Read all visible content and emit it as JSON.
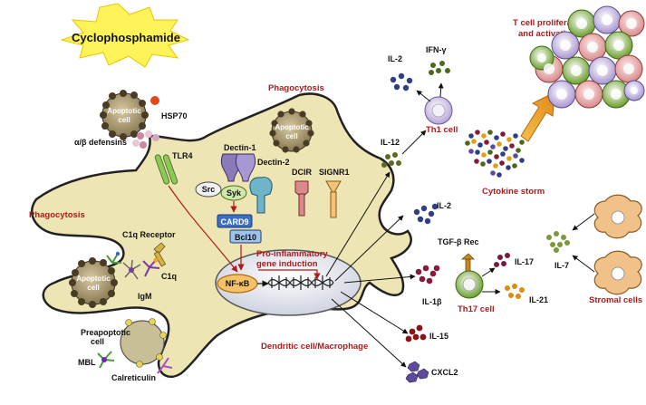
{
  "labels": {
    "cyclophosphamide": "Cyclophosphamide",
    "t_cell_title_1": "T cell proliferation",
    "t_cell_title_2": "and activation",
    "phagocytosis_top": "Phagocytosis",
    "phagocytosis_left": "Phagocytosis",
    "apoptotic": "Apoptotic",
    "cell": "cell",
    "hsp70": "HSP70",
    "defensins": "α/β defensins",
    "tlr4": "TLR4",
    "dectin1": "Dectin-1",
    "dectin2": "Dectin-2",
    "dcir": "DCIR",
    "signr1": "SIGNR1",
    "src": "Src",
    "syk": "Syk",
    "card9": "CARD9",
    "bcl10": "Bcl10",
    "pro_inflam_1": "Pro-inflammatory",
    "pro_inflam_2": "gene induction",
    "nfkb": "NF-κB",
    "c1q_receptor": "C1q Receptor",
    "c1q": "C1q",
    "igm": "IgM",
    "preapoptotic_1": "Preapoptotic",
    "preapoptotic_2": "cell",
    "mbl": "MBL",
    "calreticulin": "Calreticulin",
    "dc_macrophage": "Dendritic cell/Macrophage",
    "il2_top": "IL-2",
    "ifng": "IFN-γ",
    "th1": "Th1 cell",
    "il12": "IL-12",
    "cytokine_storm": "Cytokine storm",
    "il2_mid": "IL-2",
    "tgfb_rec": "TGF-β Rec",
    "il17": "IL-17",
    "il1b": "IL-1β",
    "th17": "Th17 cell",
    "il21": "IL-21",
    "il15": "IL-15",
    "cxcl2": "CXCL2",
    "il7": "IL-7",
    "stromal": "Stromal cells"
  },
  "colors": {
    "dc_body": "#ede6b4",
    "dc_outline": "#222222",
    "nucleus": "#cfd3e0",
    "label_red": "#b01a1a",
    "card9": "#3b6fc4",
    "burst": "#fff35a"
  }
}
